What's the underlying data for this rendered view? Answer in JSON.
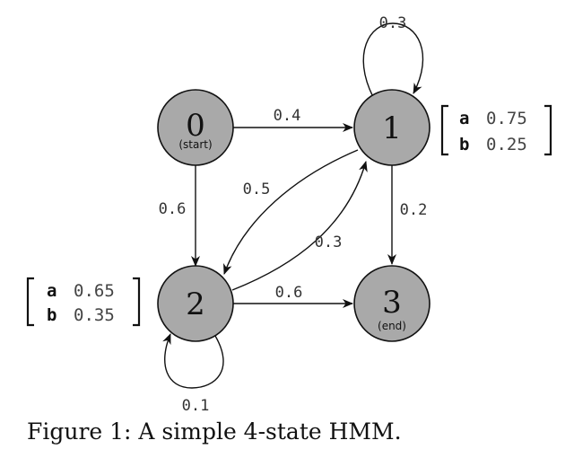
{
  "states": [
    {
      "id": "0",
      "label": "0",
      "sub": "(start)"
    },
    {
      "id": "1",
      "label": "1",
      "sub": ""
    },
    {
      "id": "2",
      "label": "2",
      "sub": ""
    },
    {
      "id": "3",
      "label": "3",
      "sub": "(end)"
    }
  ],
  "transitions": [
    {
      "from": "0",
      "to": "1",
      "prob": "0.4"
    },
    {
      "from": "0",
      "to": "2",
      "prob": "0.6"
    },
    {
      "from": "1",
      "to": "1",
      "prob": "0.3"
    },
    {
      "from": "1",
      "to": "2",
      "prob": "0.5"
    },
    {
      "from": "2",
      "to": "1",
      "prob": "0.3"
    },
    {
      "from": "1",
      "to": "3",
      "prob": "0.2"
    },
    {
      "from": "2",
      "to": "3",
      "prob": "0.6"
    },
    {
      "from": "2",
      "to": "2",
      "prob": "0.1"
    }
  ],
  "emissions": {
    "state1": [
      {
        "symbol": "a",
        "value": "0.75"
      },
      {
        "symbol": "b",
        "value": "0.25"
      }
    ],
    "state2": [
      {
        "symbol": "a",
        "value": "0.65"
      },
      {
        "symbol": "b",
        "value": "0.35"
      }
    ]
  },
  "caption": "Figure 1: A simple 4-state HMM."
}
